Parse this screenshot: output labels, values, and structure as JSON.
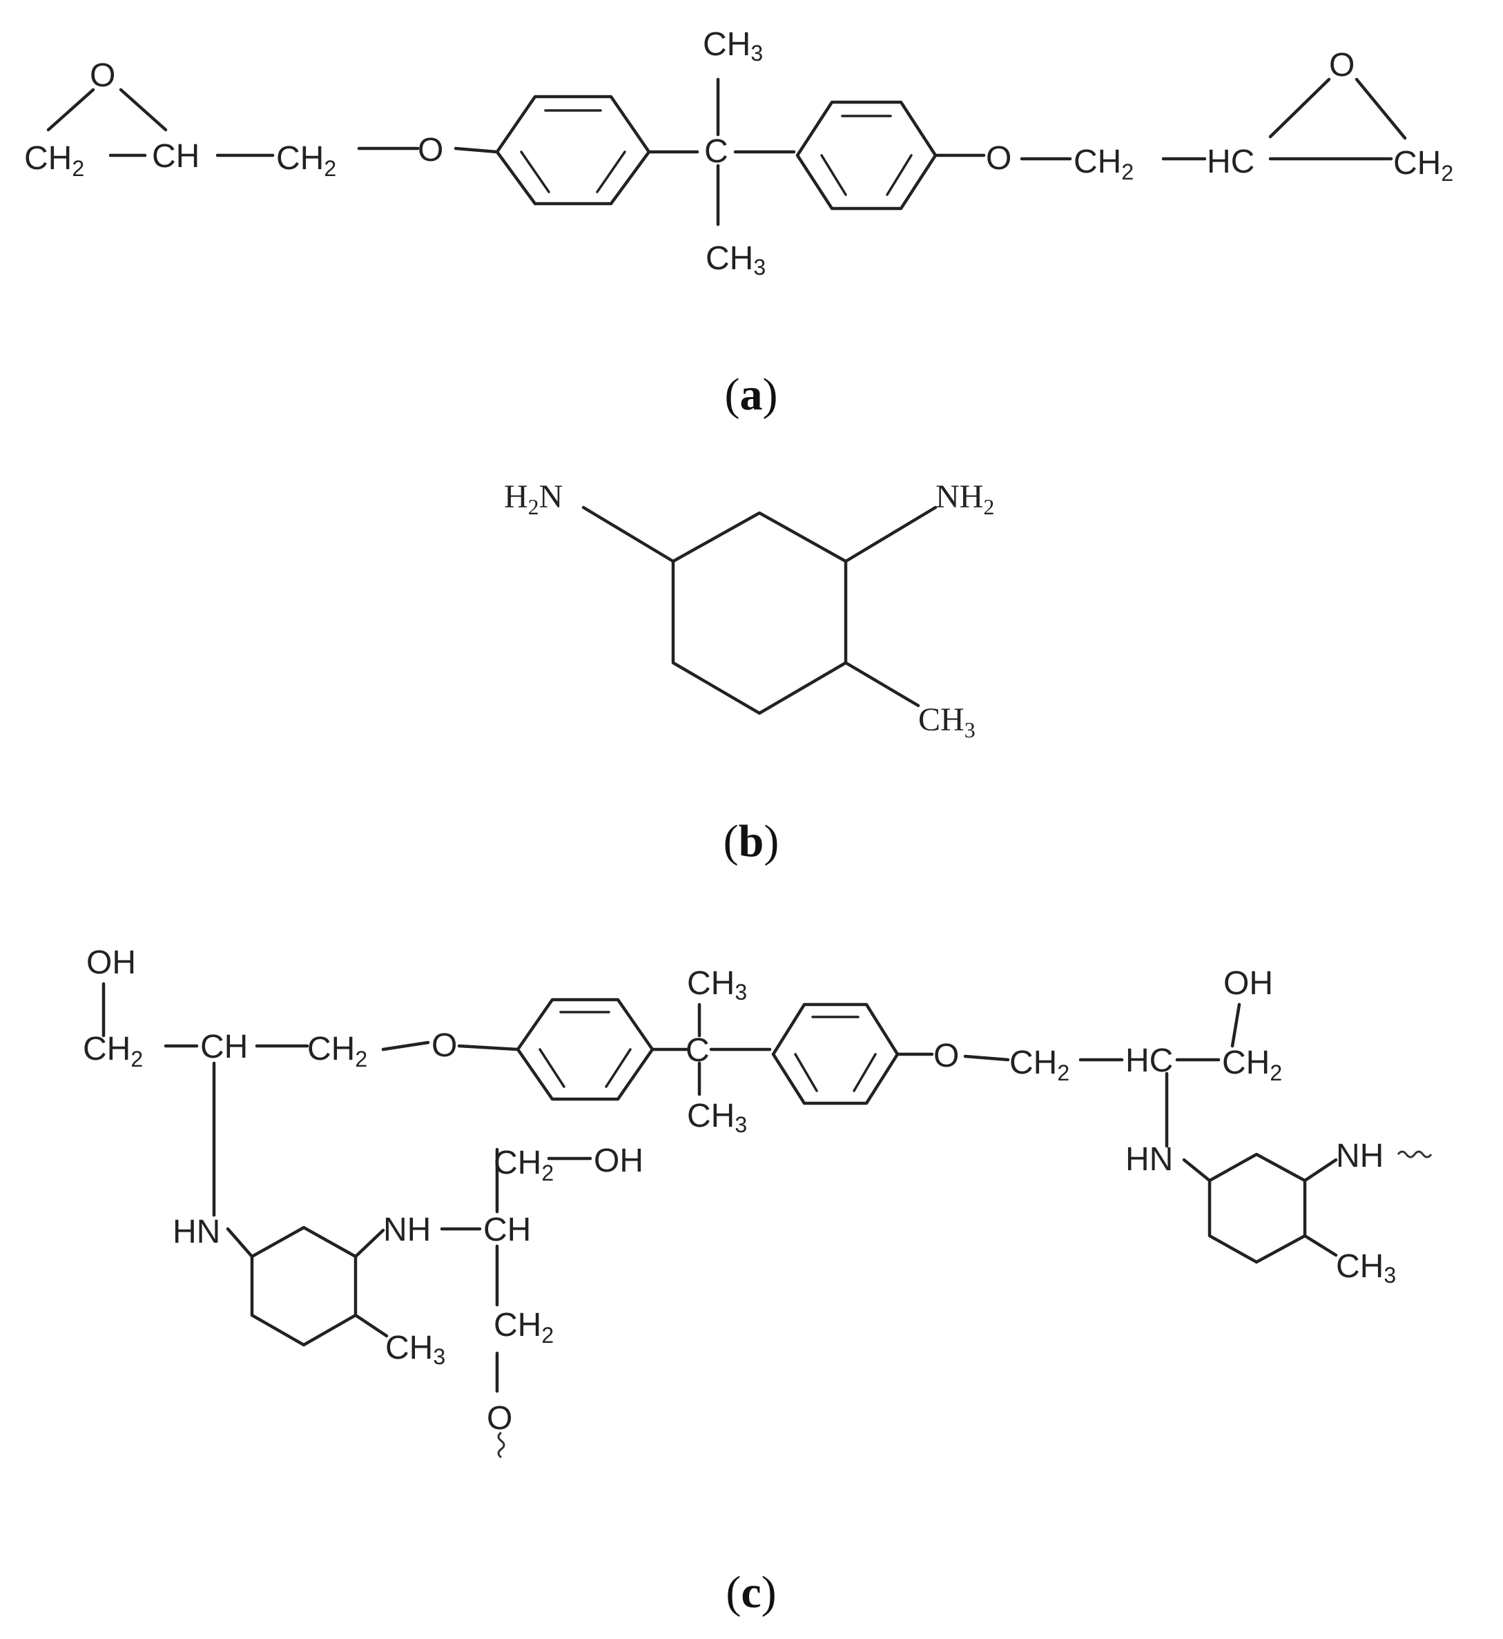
{
  "colors": {
    "ink": "#222222",
    "background": "#ffffff"
  },
  "atoms": {
    "o": "O",
    "ch": "CH",
    "hc": "HC",
    "c": "C",
    "ch2": "CH",
    "ch3": "CH",
    "ch3_3": "3",
    "sub2": "2",
    "h2n": "H",
    "n": "N",
    "nh": "NH",
    "hn": "HN",
    "oh": "OH"
  },
  "panels": {
    "a": {
      "open": "(",
      "letter": "a",
      "close": ")"
    },
    "b": {
      "open": "(",
      "letter": "b",
      "close": ")"
    },
    "c": {
      "open": "(",
      "letter": "c",
      "close": ")"
    }
  }
}
